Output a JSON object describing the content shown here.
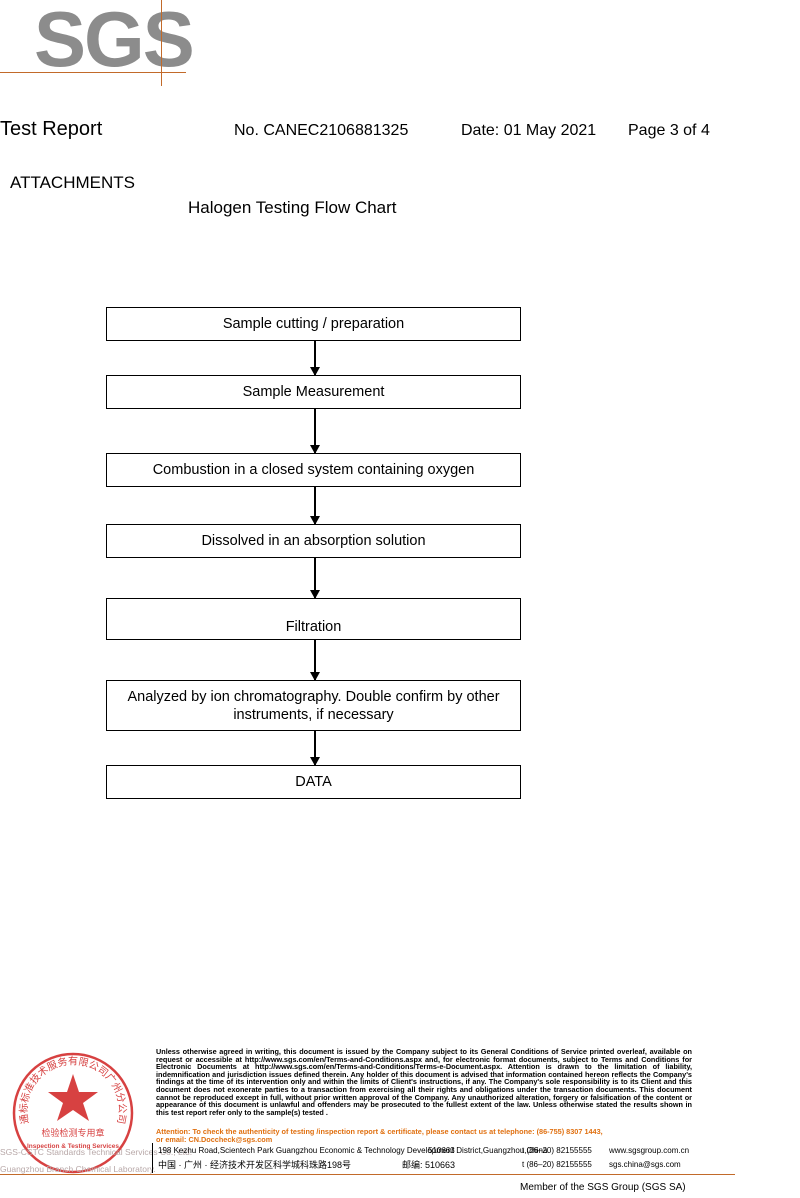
{
  "logo": {
    "text": "SGS",
    "accent_color": "#c26a2a",
    "logo_color": "#8c8c8c"
  },
  "header": {
    "title": "Test Report",
    "report_no": "No. CANEC2106881325",
    "date": "Date: 01 May 2021",
    "page": "Page 3 of 4"
  },
  "section": "ATTACHMENTS",
  "flowchart": {
    "title": "Halogen Testing Flow Chart",
    "steps": [
      "Sample cutting / preparation",
      "Sample Measurement",
      "Combustion in a closed system containing oxygen",
      "Dissolved in an absorption solution",
      "Filtration",
      "Analyzed by ion chromatography. Double confirm by other instruments, if necessary",
      "DATA"
    ]
  },
  "footer": {
    "stamp": {
      "text_arc": "通标标准技术服务有限公司广州分公司",
      "text_center": "检验检测专用章",
      "text_en": "Inspection & Testing Services",
      "color": "#d02020"
    },
    "stamp_left_line1": "SGS-CSTC Standards Technical Services Co., Ltd.",
    "stamp_left_line2": "Guangzhou Branch Chemical Laboratory.",
    "disclaimer": "Unless otherwise agreed in writing, this document is issued by the Company subject to its General Conditions of Service printed overleaf, available on request or accessible at http://www.sgs.com/en/Terms-and-Conditions.aspx and, for electronic format documents, subject to Terms and Conditions for Electronic Documents at http://www.sgs.com/en/Terms-and-Conditions/Terms-e-Document.aspx. Attention is drawn to the limitation of liability, indemnification and jurisdiction issues defined therein. Any holder of this document is advised that information contained hereon reflects the Company's findings at the time of its intervention only and within the limits of Client's instructions, if any. The Company's sole responsibility is to its Client and this document does not exonerate parties to a transaction from exercising all their rights and obligations under the transaction documents. This document cannot be reproduced except in full, without prior written approval of the Company. Any unauthorized alteration, forgery or falsification of the content or appearance of this document is unlawful and offenders may be prosecuted to the fullest extent of the law. Unless otherwise stated the results shown in this test report refer only to the sample(s) tested .",
    "attention_line1": "Attention: To check the authenticity of testing /inspection report & certificate, please contact us at telephone: (86-755) 8307 1443,",
    "attention_line2": "or email: CN.Doccheck@sgs.com",
    "address_en": "198 Kezhu Road,Scientech Park Guangzhou Economic & Technology Development District,Guangzhou,China",
    "zip_en": "510663",
    "address_cn": "中国 · 广州 · 经济技术开发区科学城科珠路198号",
    "zip_cn": "邮编: 510663",
    "tel1": "t (86–20) 82155555",
    "tel2": "t (86–20) 82155555",
    "web1": "www.sgsgroup.com.cn",
    "web2": "sgs.china@sgs.com",
    "member": "Member of the SGS Group (SGS SA)"
  }
}
